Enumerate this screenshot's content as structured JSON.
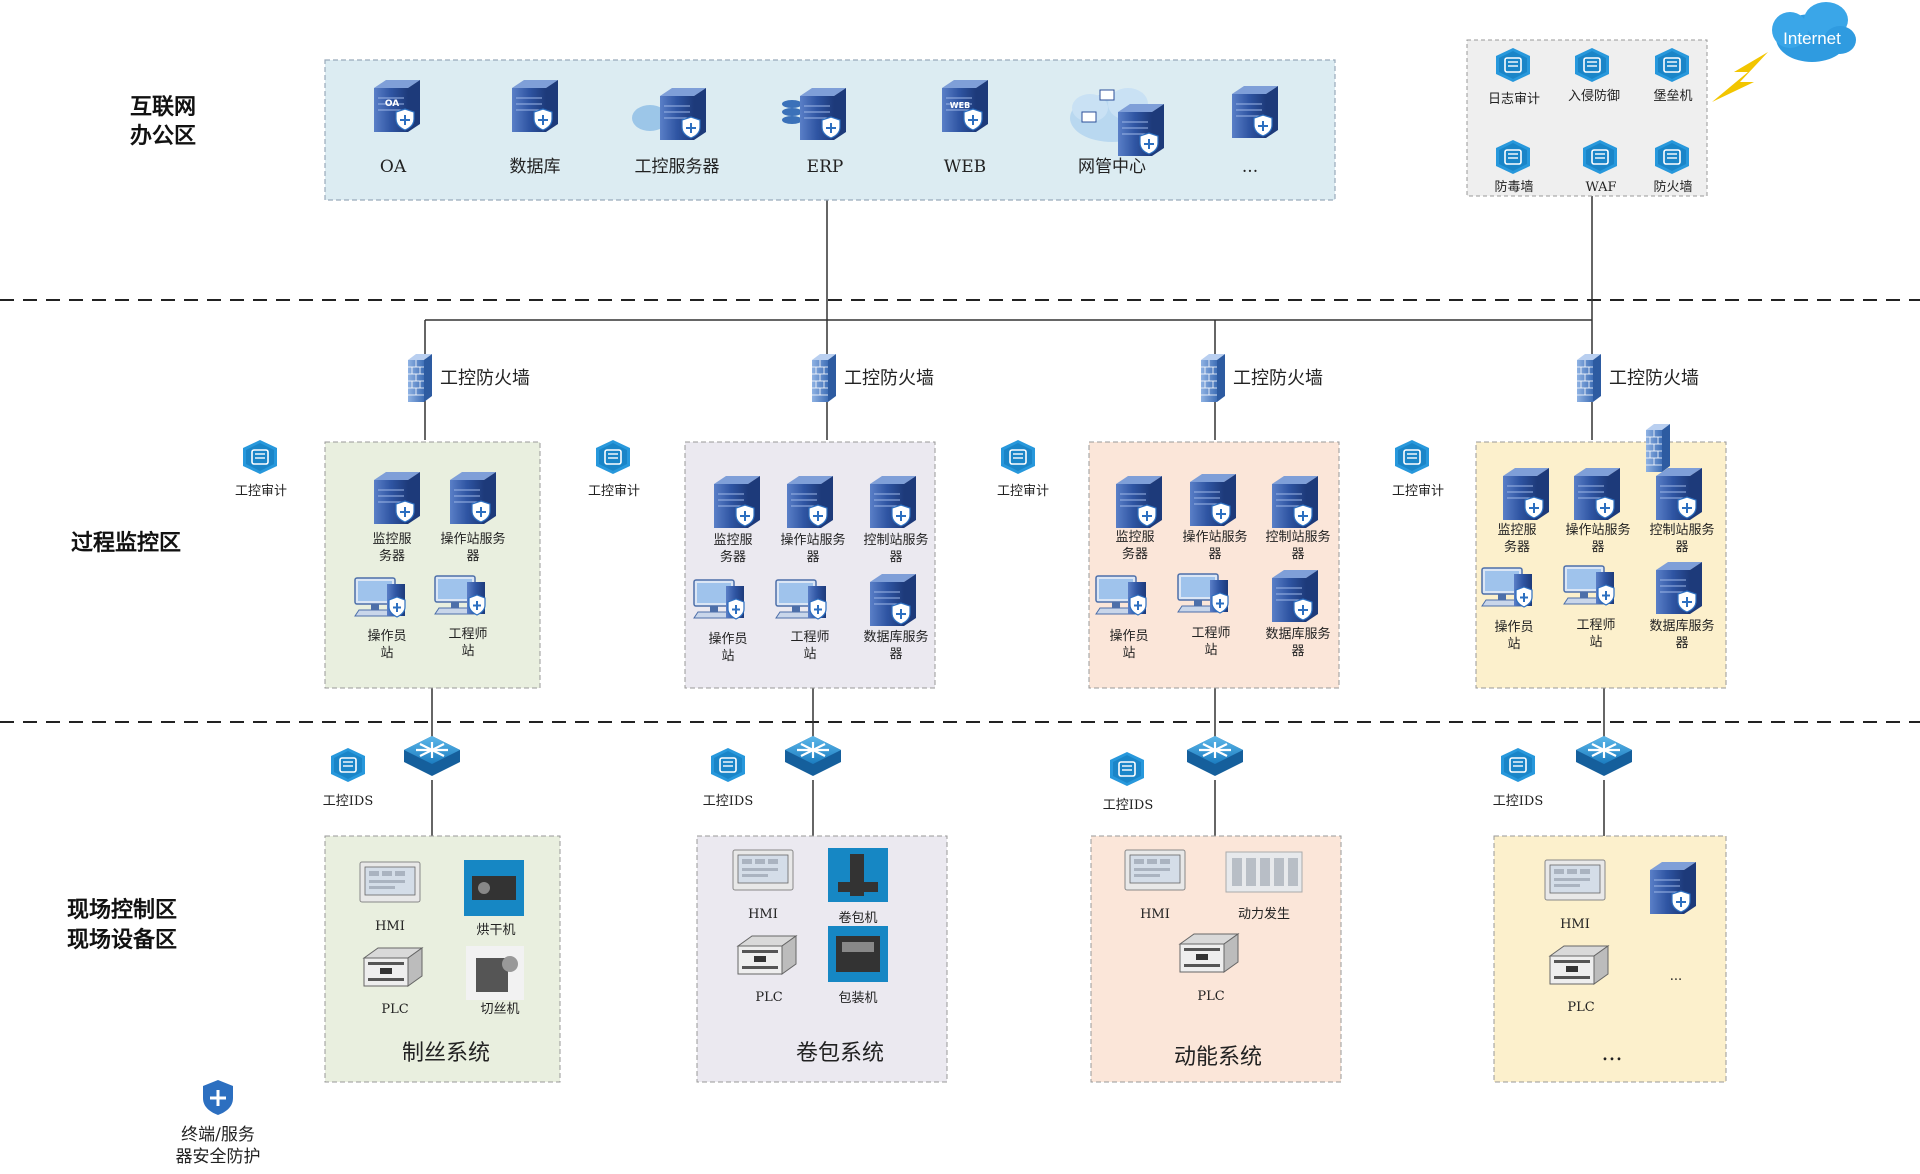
{
  "zones": {
    "internet_office": [
      "互联网",
      "办公区"
    ],
    "process_monitor": "过程监控区",
    "field_control": [
      "现场控制区",
      "现场设备区"
    ]
  },
  "office": {
    "services": [
      "OA",
      "数据库",
      "工控服务器",
      "ERP",
      "WEB",
      "网管中心",
      "..."
    ]
  },
  "security_box": {
    "items": [
      "日志审计",
      "入侵防御",
      "堡垒机",
      "防毒墙",
      "WAF",
      "防火墙"
    ]
  },
  "internet_label": "Internet",
  "firewall_label": "工控防火墙",
  "audit_label": "工控审计",
  "ids_label": "工控IDS",
  "monitor_groups": [
    {
      "servers": [
        [
          "监控服",
          "务器"
        ],
        [
          "操作站服务",
          "器"
        ]
      ],
      "stations": [
        [
          "操作员",
          "站"
        ],
        [
          "工程师",
          "站"
        ]
      ]
    },
    {
      "servers": [
        [
          "监控服",
          "务器"
        ],
        [
          "操作站服务",
          "器"
        ],
        [
          "控制站服务",
          "器"
        ]
      ],
      "stations": [
        [
          "操作员",
          "站"
        ],
        [
          "工程师",
          "站"
        ],
        [
          "数据库服务",
          "器"
        ]
      ]
    },
    {
      "servers": [
        [
          "监控服",
          "务器"
        ],
        [
          "操作站服务",
          "器"
        ],
        [
          "控制站服务",
          "器"
        ]
      ],
      "stations": [
        [
          "操作员",
          "站"
        ],
        [
          "工程师",
          "站"
        ],
        [
          "数据库服务",
          "器"
        ]
      ]
    },
    {
      "servers": [
        [
          "监控服",
          "务器"
        ],
        [
          "操作站服务",
          "器"
        ],
        [
          "控制站服务",
          "器"
        ]
      ],
      "stations": [
        [
          "操作员",
          "站"
        ],
        [
          "工程师",
          "站"
        ],
        [
          "数据库服务",
          "器"
        ]
      ]
    }
  ],
  "field_groups": [
    {
      "title": "制丝系统",
      "devices": [
        "HMI",
        "烘干机",
        "PLC",
        "切丝机"
      ]
    },
    {
      "title": "卷包系统",
      "devices": [
        "HMI",
        "卷包机",
        "PLC",
        "包装机"
      ]
    },
    {
      "title": "动能系统",
      "devices": [
        "HMI",
        "动力发生",
        "PLC"
      ]
    },
    {
      "title": "...",
      "devices": [
        "HMI",
        "PLC",
        "..."
      ]
    }
  ],
  "legend": {
    "label": [
      "终端/服务",
      "器安全防护"
    ]
  },
  "colors": {
    "office_bg": "#dcecf2",
    "group1_bg": "#e9efdf",
    "group2_bg": "#ebe9f0",
    "group3_bg": "#fbe6d9",
    "group4_bg": "#fcf0cc",
    "field1_bg": "#e9efdf",
    "field2_bg": "#ebe9f0",
    "field3_bg": "#fbe6d9",
    "field4_bg": "#fcf0cc",
    "security_bg": "#efefef",
    "accent_blue": "#1a8fd0",
    "server_blue": "#2c4f99"
  }
}
